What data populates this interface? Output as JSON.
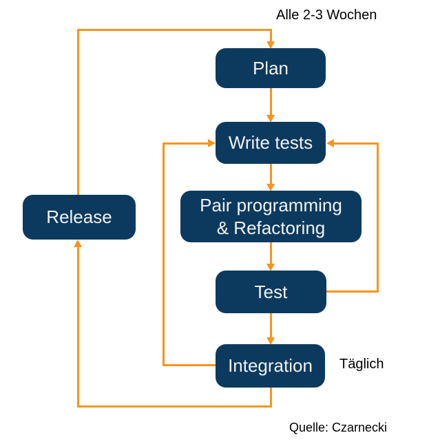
{
  "diagram": {
    "nodes": {
      "plan": {
        "label": "Plan"
      },
      "write_tests": {
        "label": "Write tests"
      },
      "pair_programming": {
        "line1": "Pair programming",
        "line2": "& Refactoring"
      },
      "test": {
        "label": "Test"
      },
      "integration": {
        "label": "Integration"
      },
      "release": {
        "label": "Release"
      }
    },
    "annotations": {
      "cycle_note": "Alle 2-3 Wochen",
      "daily_note": "Täglich",
      "source_note": "Quelle: Czarnecki"
    },
    "colors": {
      "node_fill": "#0c3a5e",
      "node_text": "#f2f2f2",
      "arrow": "#f7941d",
      "label_text": "#000000",
      "background": "#ffffff"
    }
  }
}
